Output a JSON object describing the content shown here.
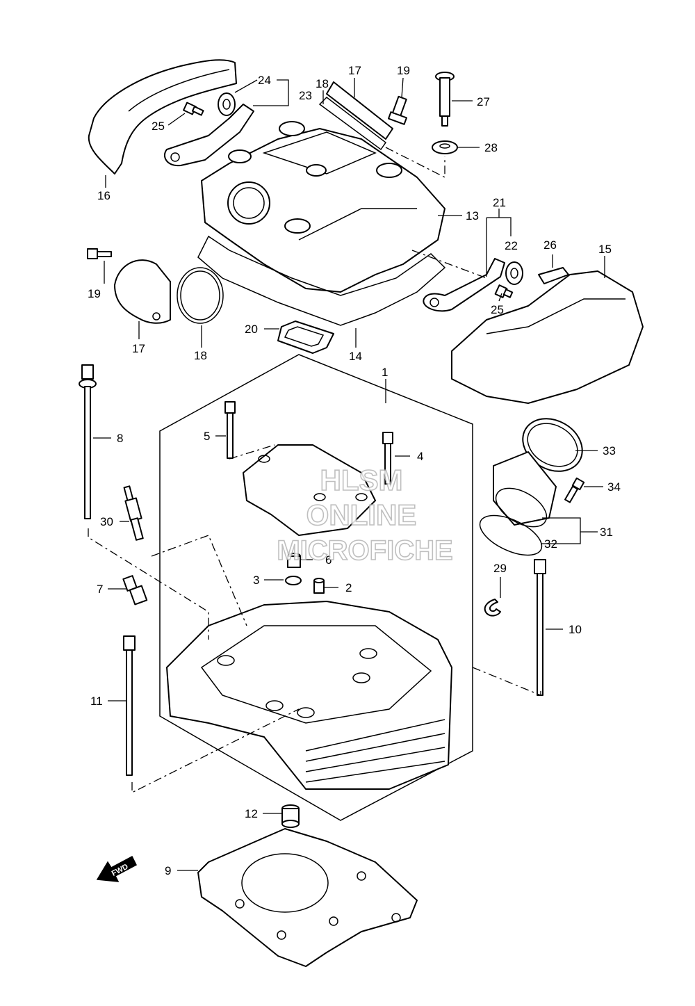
{
  "watermark": {
    "line1": "HLSM",
    "line2": "ONLINE",
    "line3": "MICROFICHE"
  },
  "direction_marker": "FWD",
  "callouts": [
    {
      "id": "1",
      "text": "1"
    },
    {
      "id": "2",
      "text": "2"
    },
    {
      "id": "3",
      "text": "3"
    },
    {
      "id": "4",
      "text": "4"
    },
    {
      "id": "5",
      "text": "5"
    },
    {
      "id": "6",
      "text": "6"
    },
    {
      "id": "7",
      "text": "7"
    },
    {
      "id": "8",
      "text": "8"
    },
    {
      "id": "9",
      "text": "9"
    },
    {
      "id": "10",
      "text": "10"
    },
    {
      "id": "11",
      "text": "11"
    },
    {
      "id": "12",
      "text": "12"
    },
    {
      "id": "13",
      "text": "13"
    },
    {
      "id": "14",
      "text": "14"
    },
    {
      "id": "15",
      "text": "15"
    },
    {
      "id": "16",
      "text": "16"
    },
    {
      "id": "17a",
      "text": "17"
    },
    {
      "id": "17b",
      "text": "17"
    },
    {
      "id": "18a",
      "text": "18"
    },
    {
      "id": "18b",
      "text": "18"
    },
    {
      "id": "19a",
      "text": "19"
    },
    {
      "id": "19b",
      "text": "19"
    },
    {
      "id": "20",
      "text": "20"
    },
    {
      "id": "21",
      "text": "21"
    },
    {
      "id": "22",
      "text": "22"
    },
    {
      "id": "23",
      "text": "23"
    },
    {
      "id": "24",
      "text": "24"
    },
    {
      "id": "25a",
      "text": "25"
    },
    {
      "id": "25b",
      "text": "25"
    },
    {
      "id": "26",
      "text": "26"
    },
    {
      "id": "27",
      "text": "27"
    },
    {
      "id": "28",
      "text": "28"
    },
    {
      "id": "29",
      "text": "29"
    },
    {
      "id": "30",
      "text": "30"
    },
    {
      "id": "31",
      "text": "31"
    },
    {
      "id": "32",
      "text": "32"
    },
    {
      "id": "33",
      "text": "33"
    },
    {
      "id": "34",
      "text": "34"
    }
  ]
}
